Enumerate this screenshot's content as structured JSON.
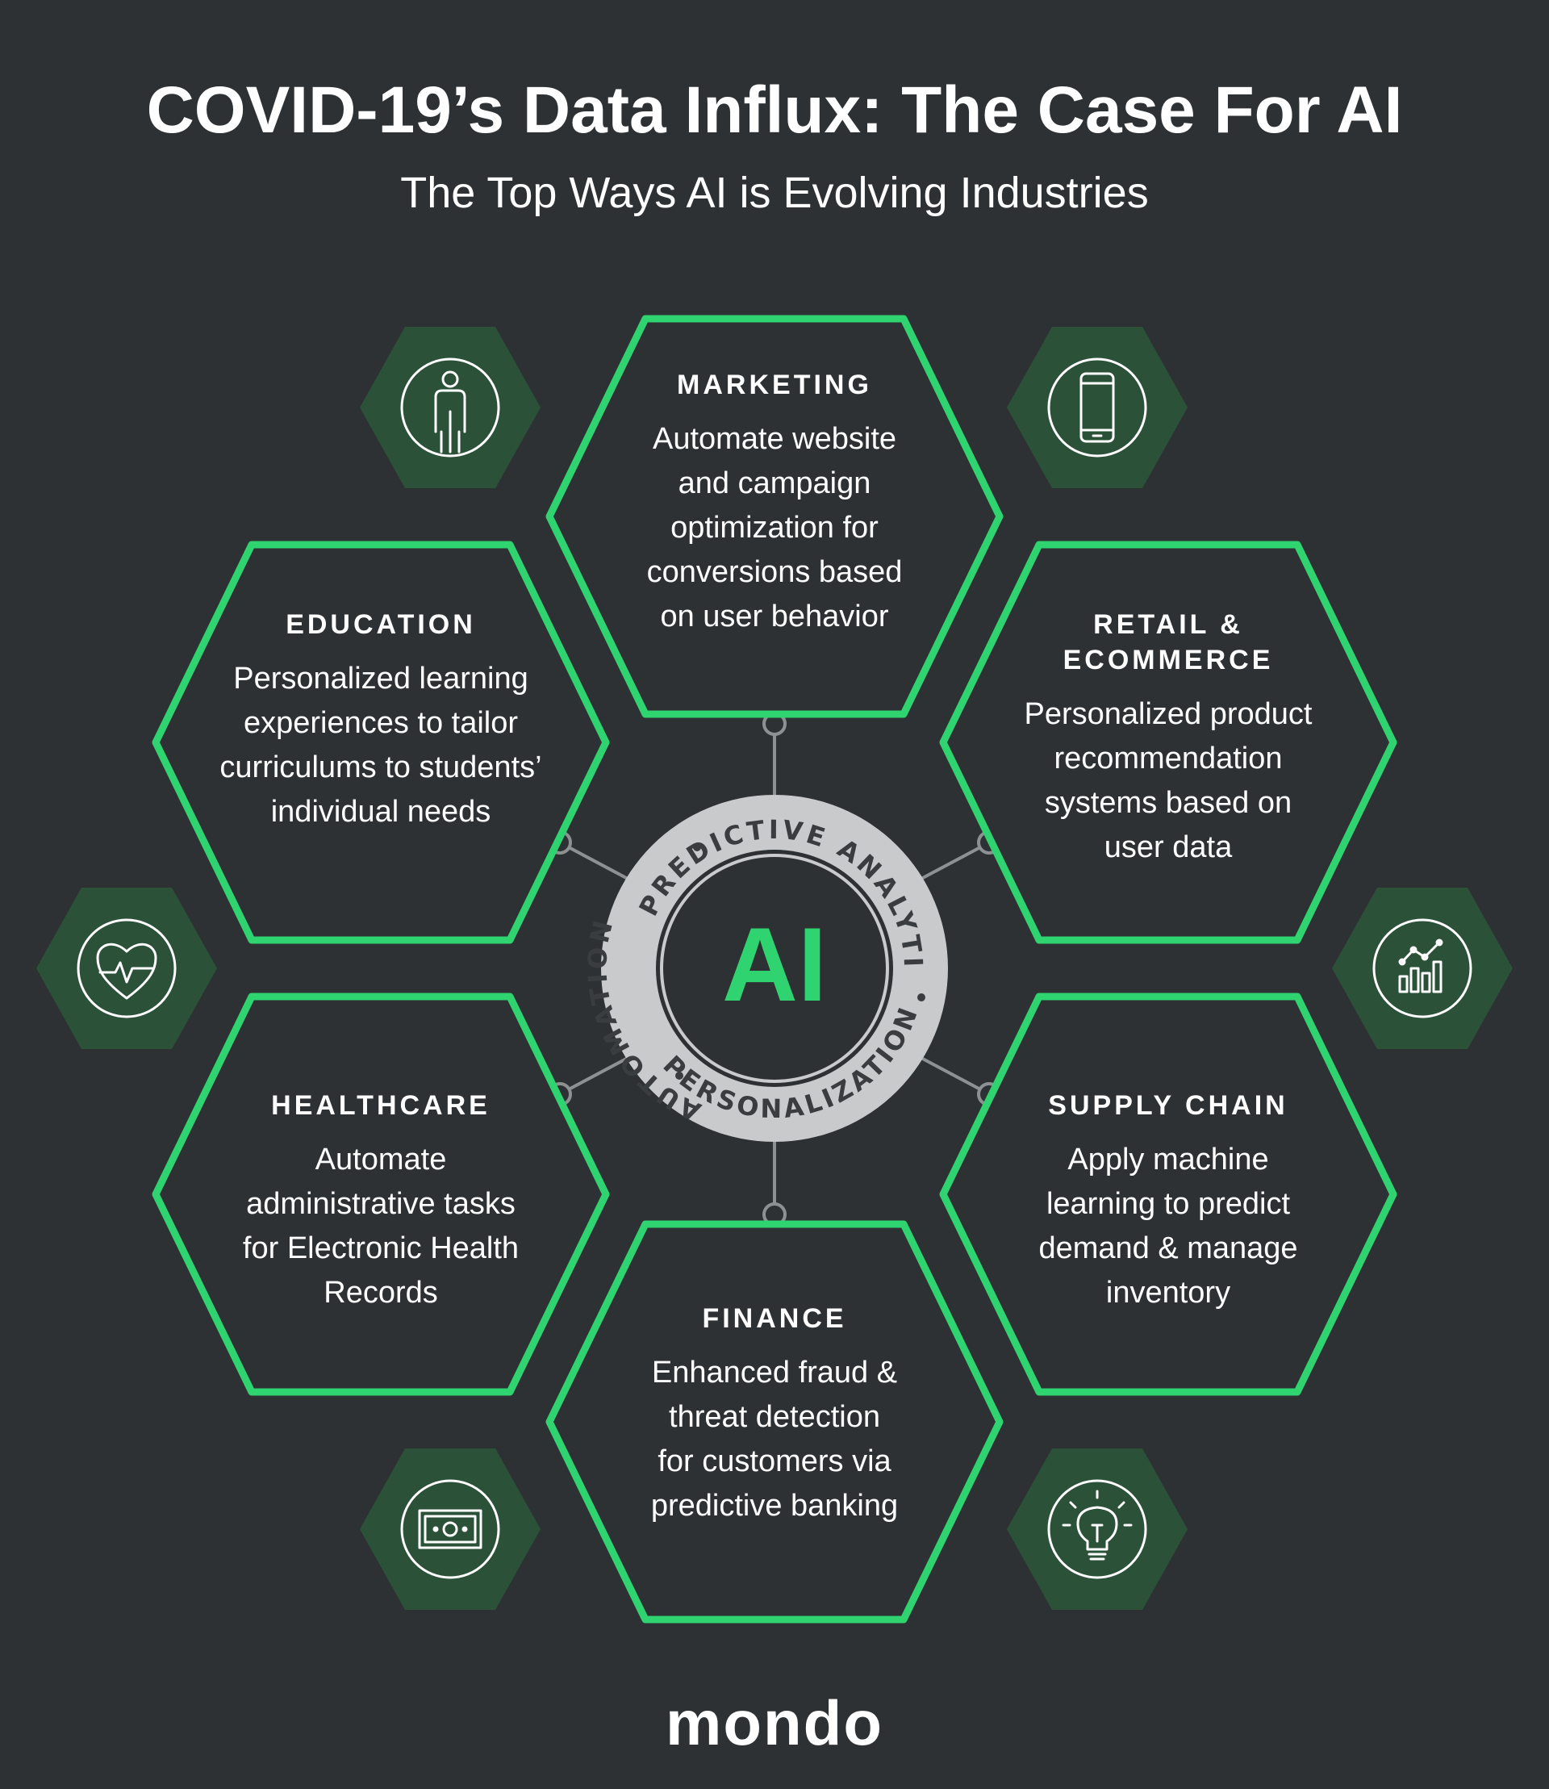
{
  "header": {
    "title": "COVID-19’s Data Influx: The Case For AI",
    "subtitle": "The Top Ways AI is Evolving Industries"
  },
  "center": {
    "label": "AI",
    "ring_top": "PREDICTIVE ANALYTICS",
    "ring_left": "AUTOMATION",
    "ring_bottom": "PERSONALIZATION",
    "accent_color": "#2fd36f",
    "ring_color": "#c9cacb"
  },
  "industries": {
    "marketing": {
      "heading": "MARKETING",
      "body": "Automate website\nand campaign\noptimization for\nconversions based\non user behavior"
    },
    "education": {
      "heading": "EDUCATION",
      "body": "Personalized learning\nexperiences to tailor\ncurriculums to students’\nindividual needs"
    },
    "retail": {
      "heading": "RETAIL &\nECOMMERCE",
      "body": "Personalized product\nrecommendation\nsystems based on\nuser data"
    },
    "healthcare": {
      "heading": "HEALTHCARE",
      "body": "Automate\nadministrative tasks\nfor Electronic Health\nRecords"
    },
    "supply_chain": {
      "heading": "SUPPLY CHAIN",
      "body": "Apply machine\nlearning to predict\ndemand & manage\ninventory"
    },
    "finance": {
      "heading": "FINANCE",
      "body": "Enhanced fraud &\nthreat detection\nfor customers via\npredictive banking"
    }
  },
  "icons": {
    "top_left": "person-icon",
    "top_right": "smartphone-icon",
    "mid_left": "heart-pulse-icon",
    "mid_right": "bar-chart-icon",
    "bottom_left": "cash-icon",
    "bottom_right": "lightbulb-icon"
  },
  "colors": {
    "background": "#2e3133",
    "hex_stroke": "#2fd36f",
    "icon_hex_fill": "#2b5138"
  },
  "footer": {
    "logo": "mondo"
  }
}
